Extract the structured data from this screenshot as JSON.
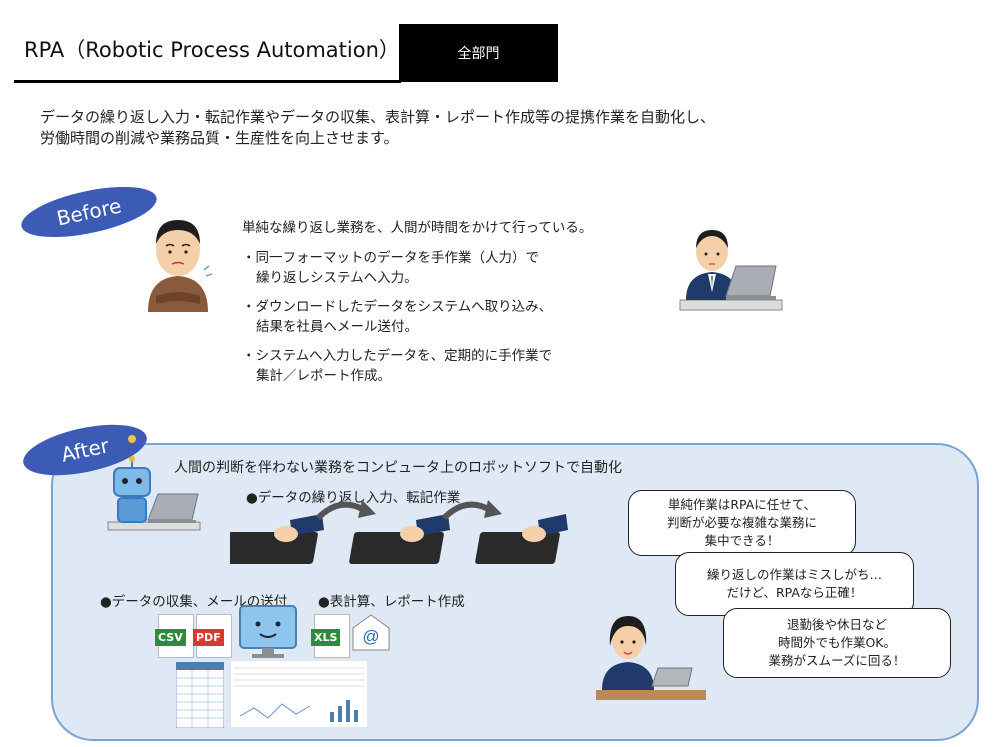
{
  "header": {
    "title": "RPA（Robotic Process Automation）",
    "department": "全部門"
  },
  "intro": {
    "line1": "データの繰り返し入力・転記作業やデータの収集、表計算・レポート作成等の提携作業を自動化し、",
    "line2": "労働時間の削減や業務品質・生産性を向上させます。"
  },
  "before": {
    "badge": "Before",
    "lead": "単純な繰り返し業務を、人間が時間をかけて行っている。",
    "items": [
      {
        "l1": "・同一フォーマットのデータを手作業（人力）で",
        "l2": "繰り返しシステムへ入力。"
      },
      {
        "l1": "・ダウンロードしたデータをシステムへ取り込み、",
        "l2": "結果を社員へメール送付。"
      },
      {
        "l1": "・システムへ入力したデータを、定期的に手作業で",
        "l2": "集計／レポート作成。"
      }
    ]
  },
  "after": {
    "badge": "After",
    "heading": "人間の判断を伴わない業務をコンピュータ上のロボットソフトで自動化",
    "bullet_input": "●データの繰り返し入力、転記作業",
    "bullet_collect": "●データの収集、メールの送付",
    "bullet_spreadsheet": "●表計算、レポート作成",
    "file_icons": {
      "csv": "CSV",
      "pdf": "PDF",
      "xls": "XLS",
      "email": "@"
    },
    "bubbles": [
      {
        "l1": "単純作業はRPAに任せて、",
        "l2": "判断が必要な複雑な業務に",
        "l3": "集中できる！"
      },
      {
        "l1": "繰り返しの作業はミスしがち…",
        "l2": "だけど、RPAなら正確！"
      },
      {
        "l1": "退勤後や休日など",
        "l2": "時間外でも作業OK。",
        "l3": "業務がスムーズに回る！"
      }
    ]
  },
  "colors": {
    "badge": "#3b5bb5",
    "panel_fill": "#dee9f5",
    "panel_border": "#7aa3d2",
    "csv": "#2e8b3a",
    "pdf": "#d93a2b",
    "xls": "#2e8b3a",
    "email": "#2b6cb0"
  }
}
